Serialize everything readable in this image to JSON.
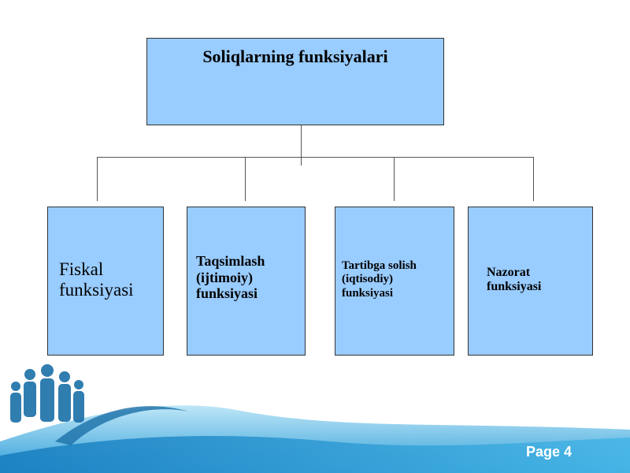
{
  "diagram": {
    "root": {
      "label": "Soliqlarning funksiyalari"
    },
    "children": [
      {
        "lines": [
          "Fiskal",
          "funksiyasi"
        ]
      },
      {
        "lines": [
          "Taqsimlash",
          "(ijtimoiy)",
          "funksiyasi"
        ]
      },
      {
        "lines": [
          "Tartibga solish",
          "(iqtisodiy)",
          "funksiyasi"
        ]
      },
      {
        "lines": [
          "Nazorat",
          "funksiyasi"
        ]
      }
    ]
  },
  "footer": {
    "page_label": "Page 4"
  },
  "colors": {
    "box_fill": "#99ccff",
    "box_border": "#333333",
    "footer_wave": "#3aa6dc",
    "silhouettes": "#1a6fa8"
  },
  "decor": {
    "silhouette_icon": "business-people-silhouette-icon"
  }
}
